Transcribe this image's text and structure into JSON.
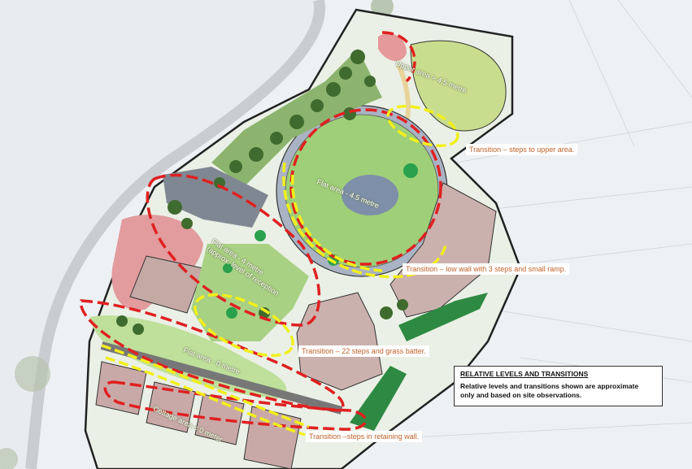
{
  "zones": {
    "upper": "Upper area > 4.5 metre",
    "flat45": "Flat area - 4.5 metre",
    "flat4_l1": "Flat area - 4 metre",
    "flat4_l2": "(approx. level of reception",
    "flat0": "Flat area - 0 metre",
    "cottage": "Cottage area < 0 meter"
  },
  "transitions": {
    "t1": "Transition – steps to upper area.",
    "t2": "Transition – low wall with 3 steps and small ramp.",
    "t3": "Transition – 22 steps and grass batter.",
    "t4": "Transition –steps in retaining wall."
  },
  "legend": {
    "title": "RELATIVE LEVELS AND TRANSITIONS",
    "body_l1": "Relative levels and transitions shown  are approximate",
    "body_l2": "only and based on site observations."
  },
  "colors": {
    "level_outline": "#e02020",
    "transition_outline": "#f2ef1a",
    "label_text": "#c0622a"
  }
}
